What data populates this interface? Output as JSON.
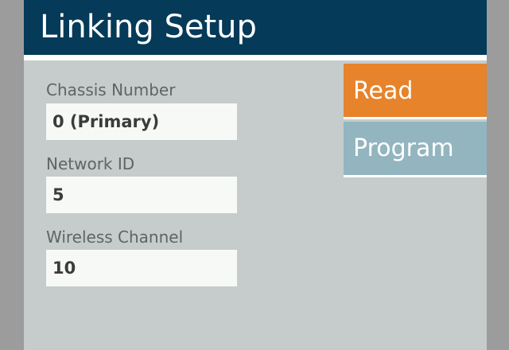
{
  "title_bar": {
    "title": "Linking Setup"
  },
  "fields": [
    {
      "label": "Chassis Number",
      "value": "0 (Primary)"
    },
    {
      "label": "Network ID",
      "value": "5"
    },
    {
      "label": "Wireless Channel",
      "value": "10"
    }
  ],
  "actions": {
    "read_label": "Read",
    "program_label": "Program"
  },
  "colors": {
    "title_bar": "#053a58",
    "panel_background": "#c5cccb",
    "field_background": "#f6f9f6",
    "read_button": "#e6832b",
    "program_button": "#93b5c0",
    "outer_frame": "#9c9c9c"
  }
}
